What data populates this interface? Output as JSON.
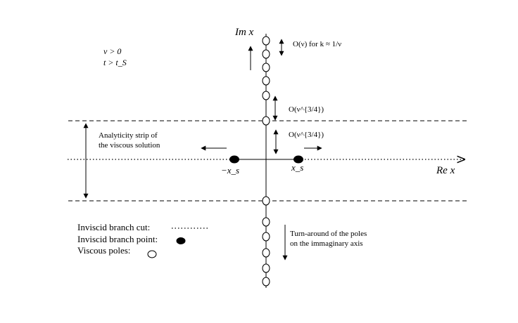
{
  "axes": {
    "imaginary_label": "Im x",
    "real_label": "Re x"
  },
  "conditions": {
    "line1": "ν > 0",
    "line2": "t > t_S"
  },
  "annotations": {
    "spacing_top": "O(ν) for k ≈ 1/ν",
    "spacing_mid": "O(ν^{3/4})",
    "spacing_near_axis": "O(ν^{3/4})",
    "strip_line1": "Analyticity strip of",
    "strip_line2": "the viscous solution",
    "turnaround_line1": "Turn-around of the poles",
    "turnaround_line2": "on the immaginary axis"
  },
  "branch_points": {
    "left": "−x_s",
    "right": "x_s"
  },
  "legend": {
    "cut": "Inviscid branch cut:",
    "point": "Inviscid branch point:",
    "poles": "Viscous poles:"
  }
}
